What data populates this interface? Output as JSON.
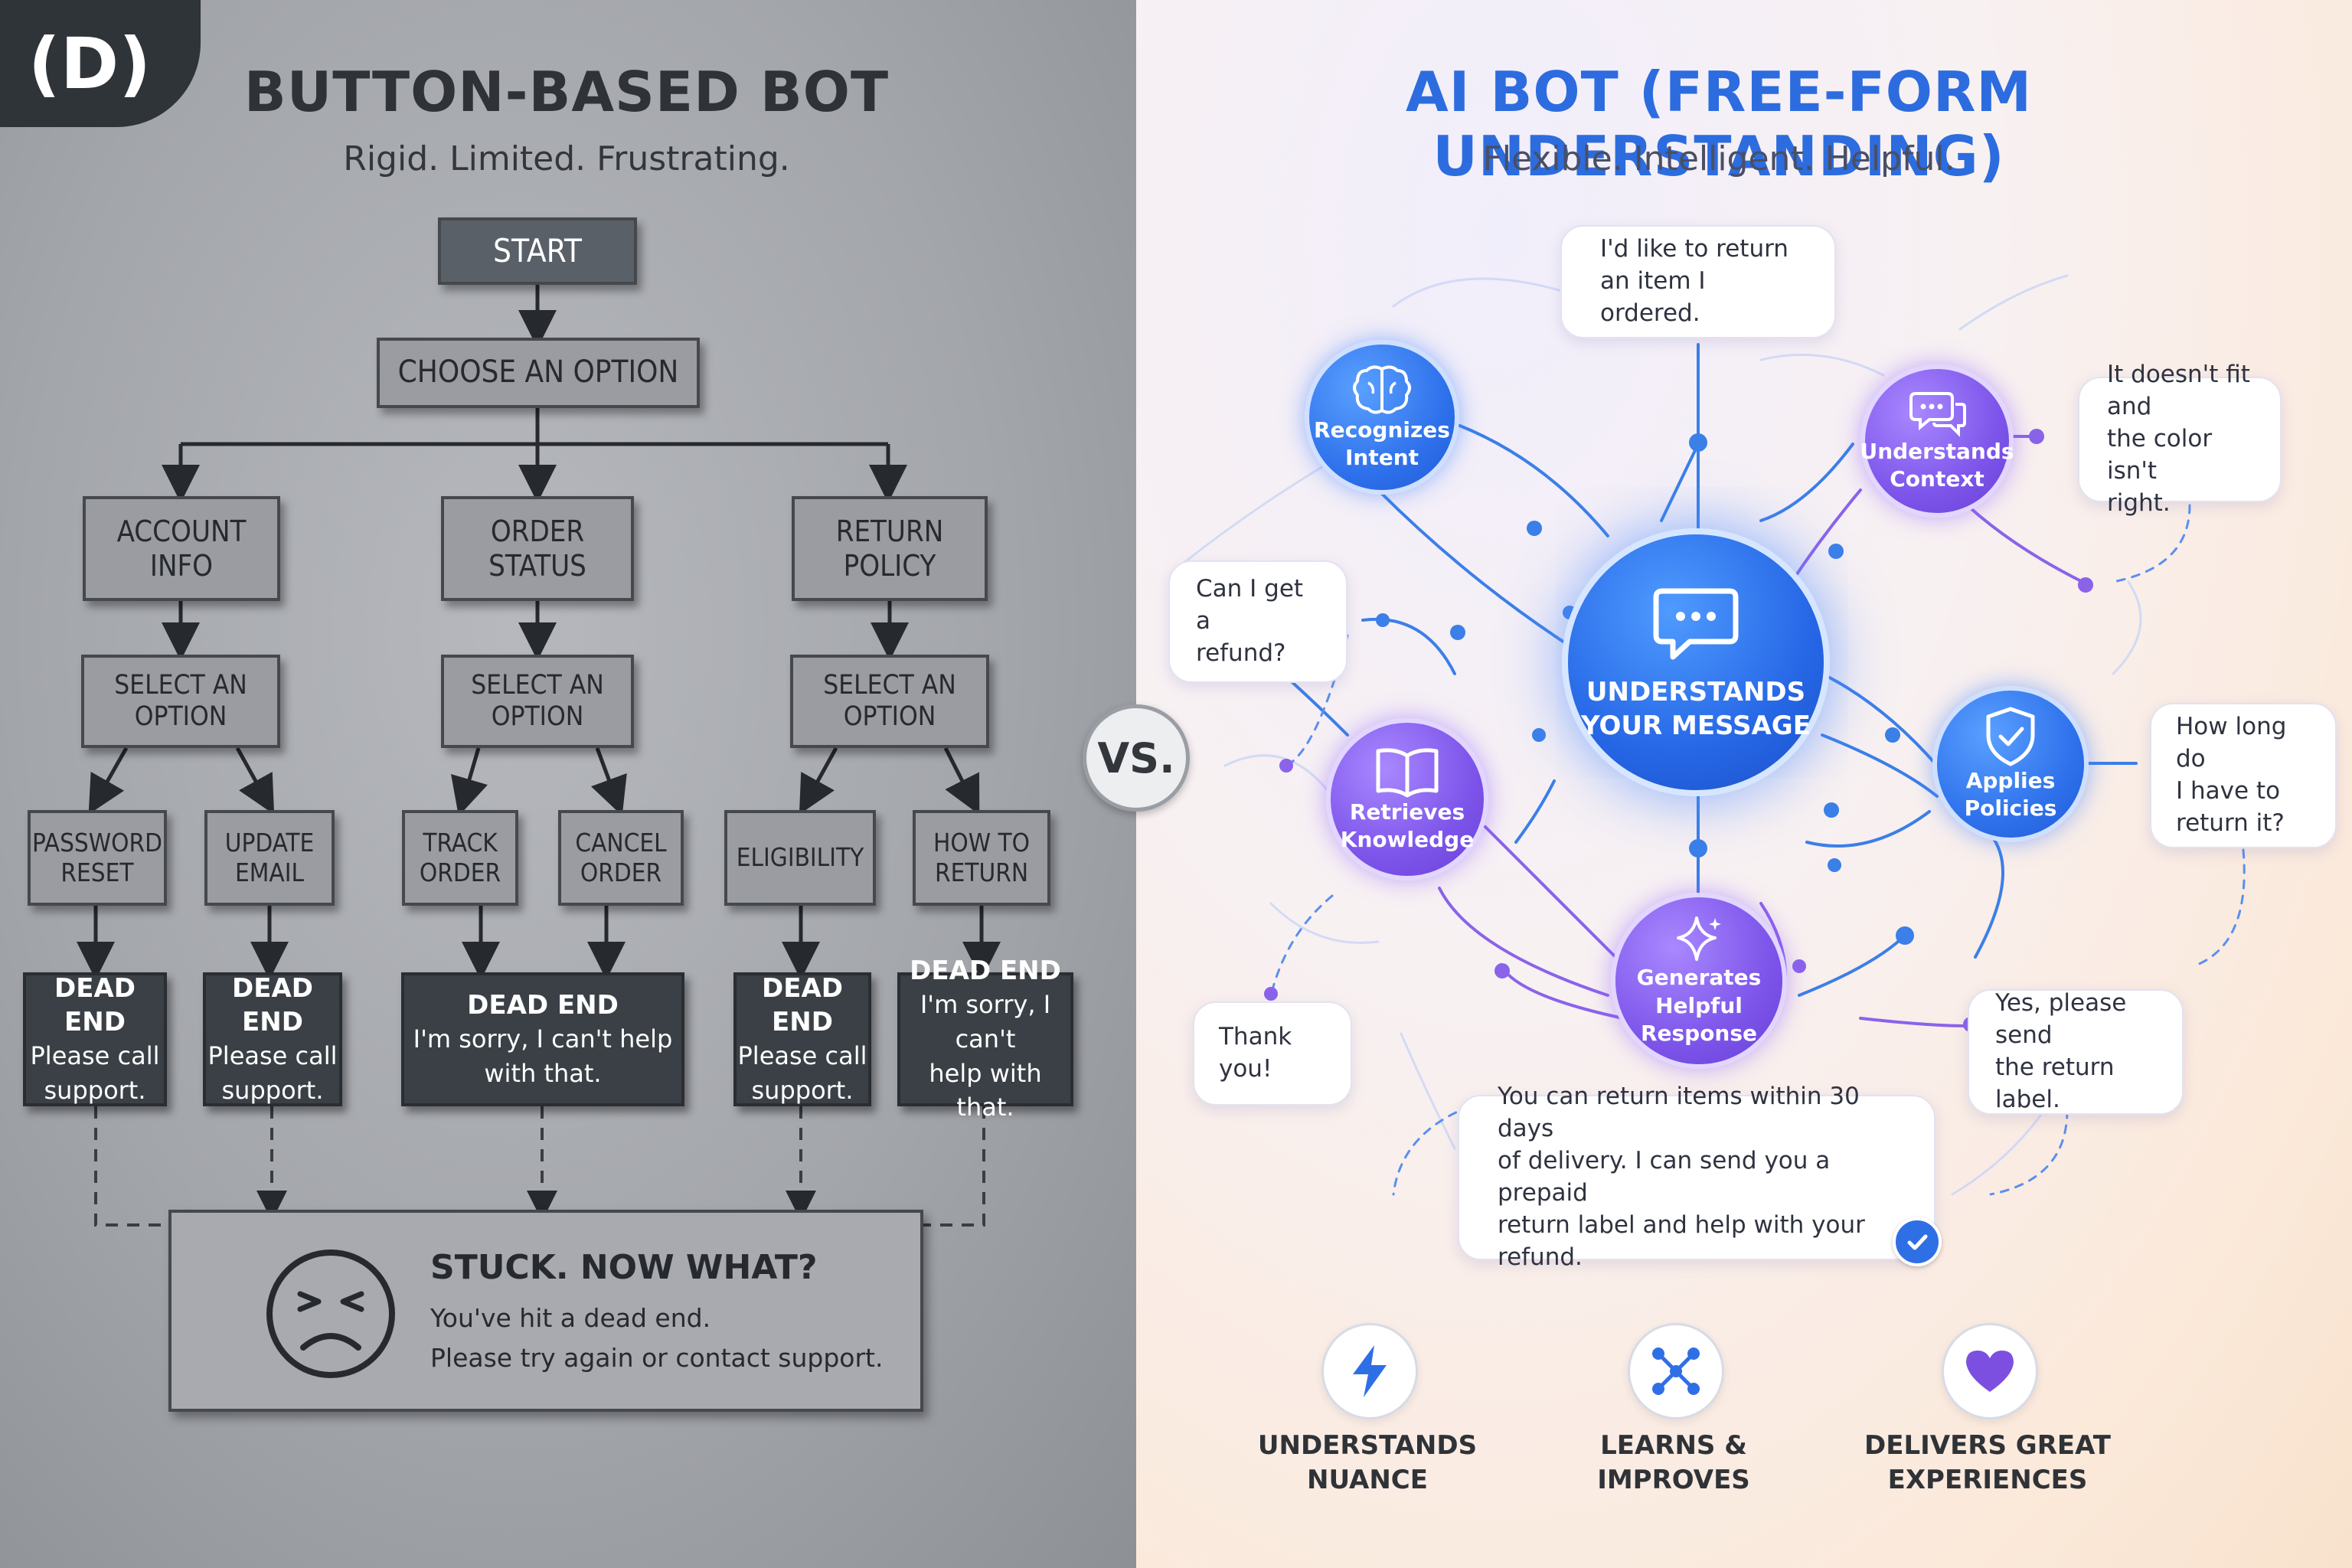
{
  "badge": "(D)",
  "left": {
    "title": "BUTTON-BASED BOT",
    "subtitle": "Rigid. Limited. Frustrating.",
    "start": "START",
    "choose": "CHOOSE AN OPTION",
    "categories": [
      "ACCOUNT\nINFO",
      "ORDER\nSTATUS",
      "RETURN\nPOLICY"
    ],
    "select": "SELECT AN\nOPTION",
    "options": [
      "PASSWORD\nRESET",
      "UPDATE\nEMAIL",
      "TRACK\nORDER",
      "CANCEL\nORDER",
      "ELIGIBILITY",
      "HOW TO\nRETURN"
    ],
    "dead_title": "DEAD END",
    "dead_ends": [
      "Please call\nsupport.",
      "Please call\nsupport.",
      "I'm sorry, I can't help\nwith that.",
      "Please call\nsupport.",
      "I'm sorry, I can't\nhelp with that."
    ],
    "stuck": {
      "title": "STUCK. NOW WHAT?",
      "line1": "You've hit a dead end.",
      "line2": "Please try again or contact support.",
      "icon": "sad-face-icon"
    }
  },
  "vs": "VS.",
  "right": {
    "title": "AI BOT (FREE-FORM UNDERSTANDING)",
    "subtitle": "Flexible. Intelligent. Helpful.",
    "center": "UNDERSTANDS\nYOUR MESSAGE",
    "nodes": {
      "intent": "Recognizes\nIntent",
      "context": "Understands\nContext",
      "knowledge": "Retrieves\nKnowledge",
      "policies": "Applies\nPolicies",
      "response": "Generates\nHelpful\nResponse"
    },
    "bubbles": {
      "return": "I'd like to return\nan item I ordered.",
      "fit": "It doesn't fit and\nthe color isn't\nright.",
      "refund": "Can I get a\nrefund?",
      "howlong": "How long do\nI have to\nreturn it?",
      "thanks": "Thank you!",
      "label": "Yes, please send\nthe return label.",
      "answer": "You can return items within 30 days\nof delivery. I can send you a prepaid\nreturn label and help with your refund."
    },
    "features": [
      "UNDERSTANDS\nNUANCE",
      "LEARNS &\nIMPROVES",
      "DELIVERS GREAT\nEXPERIENCES"
    ],
    "colors": {
      "blue": "#2f72ec",
      "purple": "#7d55ea",
      "title": "#2c6cdf"
    }
  }
}
